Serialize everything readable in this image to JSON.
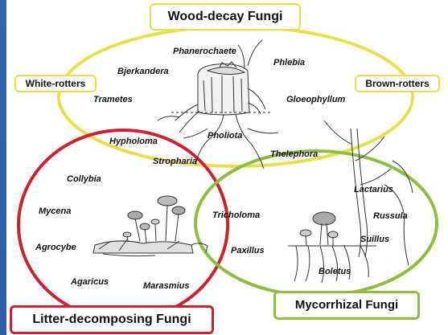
{
  "groups": {
    "wood_decay": "Wood-decay Fungi",
    "white_rotters": "White-rotters",
    "brown_rotters": "Brown-rotters",
    "litter": "Litter-decomposing Fungi",
    "mycorrhizal": "Mycorrhizal Fungi"
  },
  "species": {
    "phanerochaete": "Phanerochaete",
    "phlebia": "Phlebia",
    "bjerkandera": "Bjerkandera",
    "trametes": "Trametes",
    "gloeophyllum": "Gloeophyllum",
    "hypholoma": "Hypholoma",
    "pholiota": "Pholiota",
    "stropharia": "Stropharia",
    "thelephora": "Thelephora",
    "collybia": "Collybia",
    "mycena": "Mycena",
    "agrocybe": "Agrocybe",
    "agaricus": "Agaricus",
    "marasmius": "Marasmius",
    "tricholoma": "Tricholoma",
    "paxillus": "Paxillus",
    "lactarius": "Lactarius",
    "russula": "Russula",
    "suillus": "Suillus",
    "boletus": "Boletus"
  },
  "colors": {
    "wood_decay_ring": "#e8e04a",
    "litter_ring": "#d01f2e",
    "mycorrhizal_ring": "#8cbf3f",
    "background": "#3563b0"
  }
}
